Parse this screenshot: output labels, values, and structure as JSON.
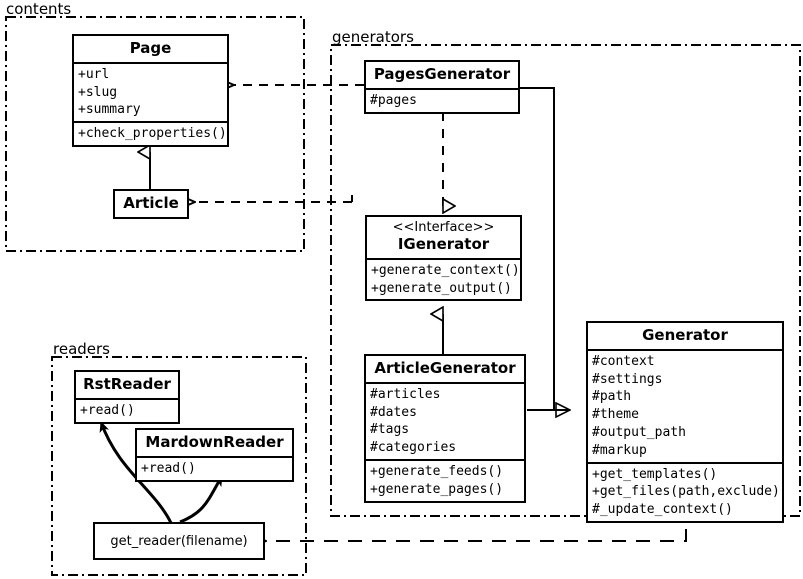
{
  "diagram": {
    "title": "Pelican architecture UML class diagram",
    "stroke_color": "#000000",
    "background_color": "#ffffff"
  },
  "packages": [
    {
      "name": "contents",
      "label": "contents"
    },
    {
      "name": "generators",
      "label": "generators"
    },
    {
      "name": "readers",
      "label": "readers"
    }
  ],
  "classes": {
    "page": {
      "title": "Page",
      "attributes": [
        "+url",
        "+slug",
        "+summary"
      ],
      "operations": [
        "+check_properties()"
      ]
    },
    "article": {
      "title": "Article",
      "attributes": [],
      "operations": []
    },
    "pages_generator": {
      "title": "PagesGenerator",
      "attributes": [
        "#pages"
      ],
      "operations": []
    },
    "igenerator": {
      "stereotype": "<<Interface>>",
      "title": "IGenerator",
      "attributes": [],
      "operations": [
        "+generate_context()",
        "+generate_output()"
      ]
    },
    "article_generator": {
      "title": "ArticleGenerator",
      "attributes": [
        "#articles",
        "#dates",
        "#tags",
        "#categories"
      ],
      "operations": [
        "+generate_feeds()",
        "+generate_pages()"
      ]
    },
    "generator": {
      "title": "Generator",
      "attributes": [
        "#context",
        "#settings",
        "#path",
        "#theme",
        "#output_path",
        "#markup"
      ],
      "operations": [
        "+get_templates()",
        "+get_files(path,exclude)",
        "#_update_context()"
      ]
    },
    "rst_reader": {
      "title": "RstReader",
      "attributes": [],
      "operations": [
        "+read()"
      ]
    },
    "mardown_reader": {
      "title": "MardownReader",
      "attributes": [],
      "operations": [
        "+read()"
      ]
    }
  },
  "functions": {
    "get_reader": {
      "label": "get_reader(filename)"
    }
  },
  "relationships": [
    {
      "name": "pagesgenerator-depends-on-page",
      "type": "dependency",
      "from": "PagesGenerator",
      "to": "Page"
    },
    {
      "name": "articlegenerator-depends-on-article",
      "type": "dependency",
      "from": "ArticleGenerator",
      "to": "Article"
    },
    {
      "name": "article-inherits-page",
      "type": "generalization",
      "from": "Article",
      "to": "Page"
    },
    {
      "name": "pagesgenerator-realizes-igenerator",
      "type": "realization",
      "from": "PagesGenerator",
      "to": "IGenerator"
    },
    {
      "name": "articlegenerator-realizes-igenerator",
      "type": "generalization",
      "from": "ArticleGenerator",
      "to": "IGenerator"
    },
    {
      "name": "pagesgenerator-inherits-generator",
      "type": "generalization",
      "from": "PagesGenerator",
      "to": "Generator"
    },
    {
      "name": "articlegenerator-inherits-generator",
      "type": "generalization",
      "from": "ArticleGenerator",
      "to": "Generator"
    },
    {
      "name": "generator-depends-on-get-reader",
      "type": "dependency",
      "from": "Generator",
      "to": "get_reader(filename)"
    },
    {
      "name": "get-reader-creates-rstreader",
      "type": "create",
      "from": "get_reader(filename)",
      "to": "RstReader"
    },
    {
      "name": "get-reader-creates-mardownreader",
      "type": "create",
      "from": "get_reader(filename)",
      "to": "MardownReader"
    }
  ]
}
